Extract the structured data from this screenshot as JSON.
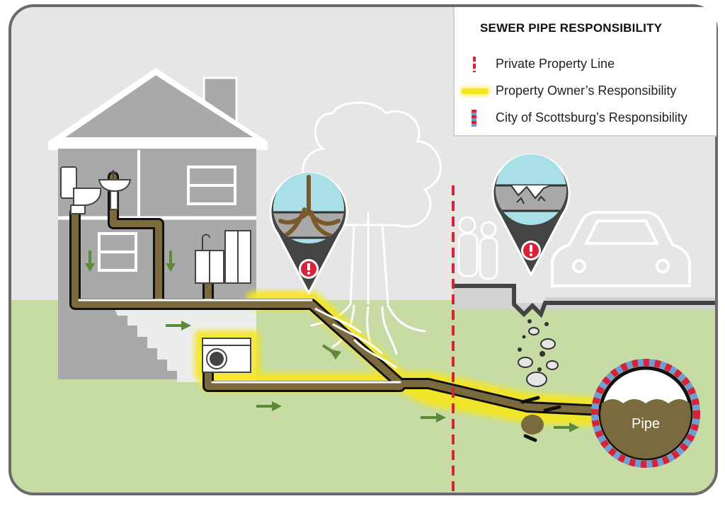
{
  "legend": {
    "title": "SEWER PIPE RESPONSIBILITY",
    "items": [
      {
        "label": "Private Property Line",
        "swatch": "dashed-red-vertical",
        "color": "#d9213a"
      },
      {
        "label": "Property Owner’s Responsibility",
        "swatch": "yellow-glow",
        "color": "#f6e61c"
      },
      {
        "label": "City of Scottsburg’s Responsibility",
        "swatch": "red-blue-dashed",
        "colors": [
          "#d9213a",
          "#6f9fd0"
        ]
      }
    ]
  },
  "main_pipe_label": "Pipe",
  "colors": {
    "ground": "#c6dca4",
    "sky": "#e6e6e6",
    "house": "#a9a9a9",
    "sewage": "#7a6a3d",
    "arrow": "#5d8a3a",
    "alert": "#d9213a",
    "water": "#a9dfe6",
    "highlight": "#f6e61c"
  },
  "icons": [
    "toilet-icon",
    "sink-icon",
    "kitchen-icon",
    "washing-machine-icon",
    "tree-icon",
    "people-icon",
    "car-icon",
    "alert-icon"
  ]
}
